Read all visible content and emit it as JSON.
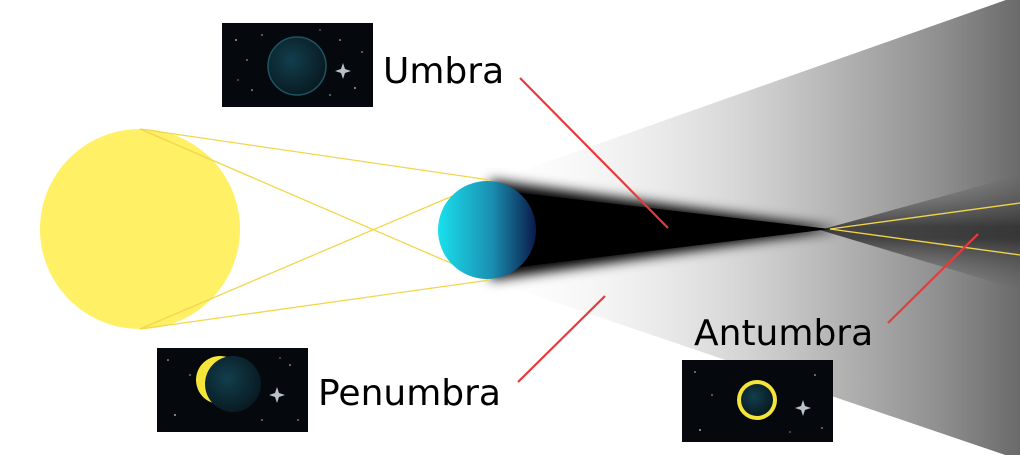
{
  "labels": {
    "umbra": "Umbra",
    "penumbra": "Penumbra",
    "antumbra": "Antumbra"
  },
  "colors": {
    "sun": "#fff066",
    "sun_rays": "#f2d64a",
    "moon_light": "#19d4e6",
    "moon_dark": "#0a1a4a",
    "pointer_lines": "#e83a3a",
    "inset_background": "#05080c",
    "eclipsed_moon": "#0c2d3a",
    "crescent": "#f5e53a"
  },
  "icons": {
    "umbra_inset": "total-eclipse-view",
    "penumbra_inset": "partial-eclipse-view",
    "antumbra_inset": "annular-eclipse-view"
  }
}
